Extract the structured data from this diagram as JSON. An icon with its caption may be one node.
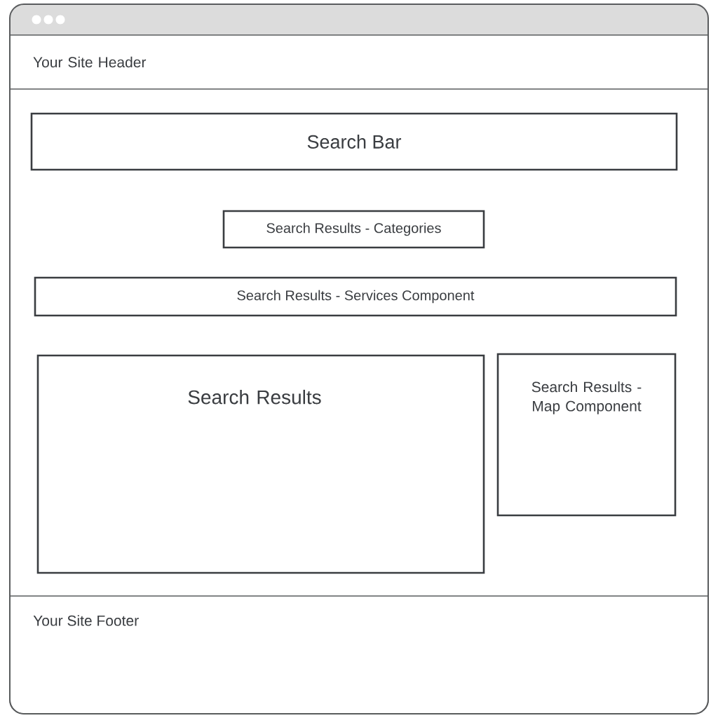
{
  "diagram": {
    "nodes": [
      {
        "text": [
          "Your Site Header"
        ]
      },
      {
        "text": [
          "Search Bar"
        ]
      },
      {
        "text": [
          "Search Results - Categories"
        ]
      },
      {
        "text": [
          "Search Results - Services Component"
        ]
      },
      {
        "text": [
          "Search Results"
        ]
      },
      {
        "text": [
          "Search Results - Map Component"
        ]
      },
      {
        "text": [
          "Your Site Footer"
        ]
      }
    ]
  }
}
